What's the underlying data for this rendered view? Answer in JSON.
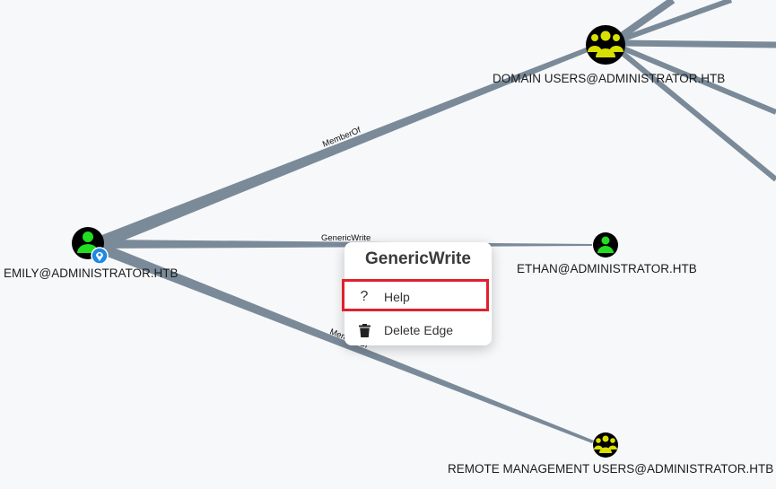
{
  "nodes": {
    "domain_users": "DOMAIN USERS@ADMINISTRATOR.HTB",
    "emily": "EMILY@ADMINISTRATOR.HTB",
    "ethan": "ETHAN@ADMINISTRATOR.HTB",
    "remote_mgmt": "REMOTE MANAGEMENT USERS@ADMINISTRATOR.HTB"
  },
  "edges": {
    "memberof_domain": "MemberOf",
    "genericwrite": "GenericWrite",
    "memberof_remote": "MemberOf"
  },
  "context_menu": {
    "title": "GenericWrite",
    "help_label": "Help",
    "delete_label": "Delete Edge"
  },
  "colors": {
    "user_icon": "#22dd22",
    "group_icon": "#d9e000",
    "edge": "#7a8a99",
    "highlight": "#e0202e"
  }
}
